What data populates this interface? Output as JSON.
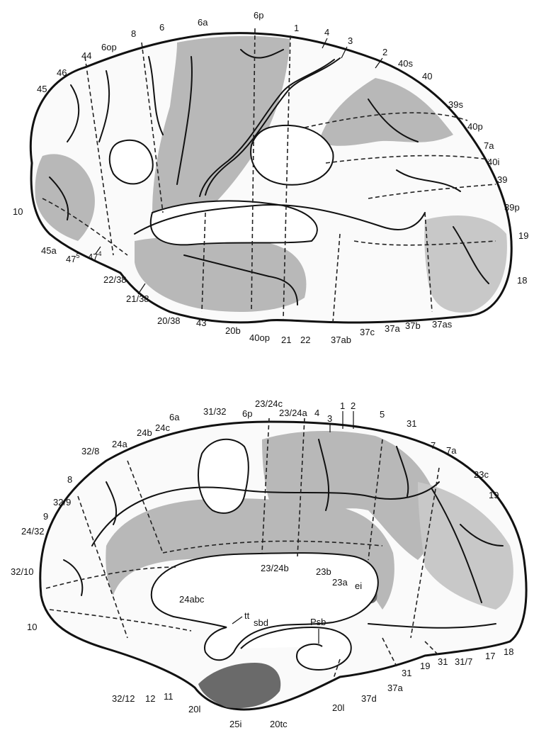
{
  "lateral_labels": [
    {
      "id": "1",
      "text": "1"
    },
    {
      "id": "4",
      "text": "4"
    },
    {
      "id": "3",
      "text": "3"
    },
    {
      "id": "2",
      "text": "2"
    },
    {
      "id": "6a",
      "text": "6a"
    },
    {
      "id": "6p",
      "text": "6p"
    },
    {
      "id": "6",
      "text": "6"
    },
    {
      "id": "8",
      "text": "8"
    },
    {
      "id": "6op",
      "text": "6op"
    },
    {
      "id": "44",
      "text": "44"
    },
    {
      "id": "46",
      "text": "46"
    },
    {
      "id": "45",
      "text": "45"
    },
    {
      "id": "40s",
      "text": "40s"
    },
    {
      "id": "40",
      "text": "40"
    },
    {
      "id": "39s",
      "text": "39s"
    },
    {
      "id": "40p",
      "text": "40p"
    },
    {
      "id": "7a",
      "text": "7a"
    },
    {
      "id": "40i",
      "text": "40i"
    },
    {
      "id": "39",
      "text": "39"
    },
    {
      "id": "39p",
      "text": "39p"
    },
    {
      "id": "19",
      "text": "19"
    },
    {
      "id": "18",
      "text": "18"
    },
    {
      "id": "10",
      "text": "10"
    },
    {
      "id": "45a",
      "text": "45a"
    },
    {
      "id": "47_5",
      "text": "47",
      "sup": "5"
    },
    {
      "id": "47_4",
      "text": "47",
      "sup": "4"
    },
    {
      "id": "22_38",
      "text": "22/38"
    },
    {
      "id": "21_38",
      "text": "21/38"
    },
    {
      "id": "20_38",
      "text": "20/38"
    },
    {
      "id": "43",
      "text": "43"
    },
    {
      "id": "20b",
      "text": "20b"
    },
    {
      "id": "40op",
      "text": "40op"
    },
    {
      "id": "21",
      "text": "21"
    },
    {
      "id": "22",
      "text": "22"
    },
    {
      "id": "37ab",
      "text": "37ab"
    },
    {
      "id": "37c",
      "text": "37c"
    },
    {
      "id": "37a",
      "text": "37a"
    },
    {
      "id": "37b",
      "text": "37b"
    },
    {
      "id": "37as",
      "text": "37as"
    }
  ],
  "medial_labels": [
    {
      "id": "23_24c",
      "text": "23/24c"
    },
    {
      "id": "31_32",
      "text": "31/32"
    },
    {
      "id": "6p",
      "text": "6p"
    },
    {
      "id": "23_24a",
      "text": "23/24a"
    },
    {
      "id": "4",
      "text": "4"
    },
    {
      "id": "3",
      "text": "3"
    },
    {
      "id": "1",
      "text": "1"
    },
    {
      "id": "2",
      "text": "2"
    },
    {
      "id": "6a",
      "text": "6a"
    },
    {
      "id": "5",
      "text": "5"
    },
    {
      "id": "31a",
      "text": "31"
    },
    {
      "id": "24b",
      "text": "24b"
    },
    {
      "id": "24c",
      "text": "24c"
    },
    {
      "id": "24a",
      "text": "24a"
    },
    {
      "id": "32_8",
      "text": "32/8"
    },
    {
      "id": "7",
      "text": "7"
    },
    {
      "id": "7a",
      "text": "7a"
    },
    {
      "id": "23c",
      "text": "23c"
    },
    {
      "id": "19",
      "text": "19"
    },
    {
      "id": "8",
      "text": "8"
    },
    {
      "id": "32_9",
      "text": "32/9"
    },
    {
      "id": "9",
      "text": "9"
    },
    {
      "id": "24_32",
      "text": "24/32"
    },
    {
      "id": "32_10",
      "text": "32/10"
    },
    {
      "id": "23_24b",
      "text": "23/24b"
    },
    {
      "id": "23b",
      "text": "23b"
    },
    {
      "id": "23a",
      "text": "23a"
    },
    {
      "id": "ei",
      "text": "ei"
    },
    {
      "id": "24abc",
      "text": "24abc"
    },
    {
      "id": "tt",
      "text": "tt"
    },
    {
      "id": "sbd",
      "text": "sbd"
    },
    {
      "id": "Psb",
      "text": "Psb"
    },
    {
      "id": "10",
      "text": "10"
    },
    {
      "id": "32_12",
      "text": "32/12"
    },
    {
      "id": "12",
      "text": "12"
    },
    {
      "id": "11",
      "text": "11"
    },
    {
      "id": "20l_a",
      "text": "20l"
    },
    {
      "id": "25i",
      "text": "25i"
    },
    {
      "id": "20tc",
      "text": "20tc"
    },
    {
      "id": "20l_b",
      "text": "20l"
    },
    {
      "id": "37d",
      "text": "37d"
    },
    {
      "id": "37a",
      "text": "37a"
    },
    {
      "id": "31b",
      "text": "31"
    },
    {
      "id": "19b",
      "text": "19"
    },
    {
      "id": "31c",
      "text": "31"
    },
    {
      "id": "31_7",
      "text": "31/7"
    },
    {
      "id": "17",
      "text": "17"
    },
    {
      "id": "18",
      "text": "18"
    }
  ],
  "colors": {
    "shade": "#b8b8b8",
    "dark": "#6a6a6a",
    "outline": "#111111"
  }
}
